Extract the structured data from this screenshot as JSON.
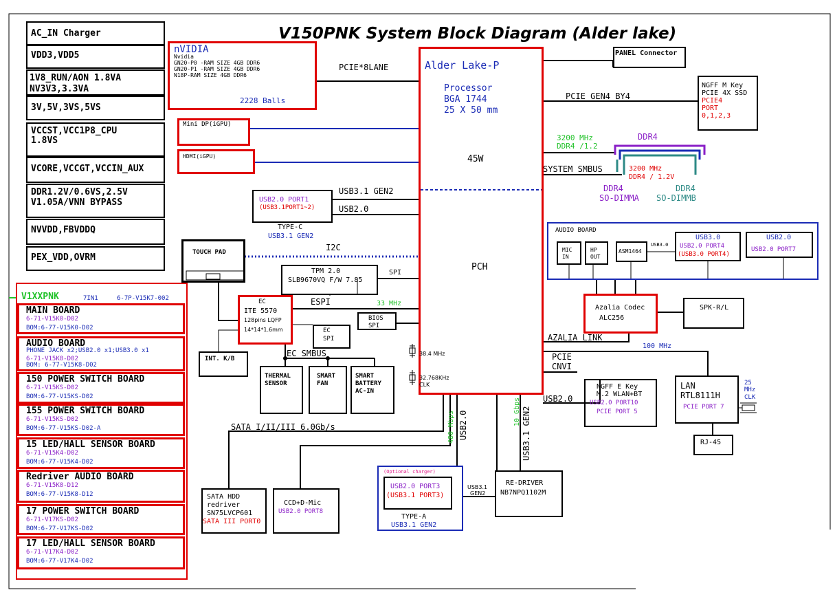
{
  "title": "V150PNK System Block Diagram (Alder lake)",
  "power_rails": [
    "AC_IN  Charger",
    "VDD3,VDD5",
    "1V8_RUN/AON  1.8VA",
    "NV3V3,3.3VA",
    "3V,5V,3VS,5VS",
    "VCCST,VCC1P8_CPU",
    "1.8VS",
    "VCORE,VCCGT,VCCIN_AUX",
    "DDR1.2V/0.6VS,2.5V",
    "V1.05A/VNN  BYPASS",
    "NVVDD,FBVDDQ",
    "PEX_VDD,OVRM"
  ],
  "nvidia": {
    "title": "nVIDIA",
    "l1": "Nvidia",
    "l2": "GN20-P0 -RAM SIZE 4GB DDR6",
    "l3": "GN20-P1 -RAM SIZE 4GB DDR6",
    "l4": "N18P-RAM SIZE 4GB DDR6",
    "balls": "2228  Balls"
  },
  "mini_dp": "Mini DP(iGPU)",
  "hdmi": "HDMI(iGPU)",
  "pcie8": "PCIE*8LANE",
  "cpu": {
    "title": "Alder Lake-P",
    "processor": "Processor",
    "bga": "BGA 1744",
    "size": "25 X 50 mm",
    "power": "45W",
    "pch": "PCH"
  },
  "panel": "PANEL Connector",
  "ngff_m": {
    "l1": "NGFF M Key",
    "l2": "PCIE 4X SSD",
    "l3": "PCIE4",
    "l4": "PORT",
    "l5": "0,1,2,3"
  },
  "pcie_gen4": "PCIE GEN4 BY4",
  "ddr4": {
    "freq_green": "3200 MHz",
    "volt_green": "DDR4 /1.2",
    "label_top": "DDR4",
    "freq_red": "3200 MHz",
    "volt_red": "DDR4 / 1.2V",
    "system_smbus": "SYSTEM SMBUS",
    "sodimm_a1": "DDR4",
    "sodimm_a2": "SO-DIMMA",
    "sodimm_b1": "DDR4",
    "sodimm_b2": "SO-DIMMB"
  },
  "usb_typec": {
    "port": "USB2.0 PORT1",
    "sub": "(USB3.1PORT1~2)",
    "label": "TYPE-C",
    "gen": "USB3.1 GEN2",
    "bus1": "USB3.1 GEN2",
    "bus2": "USB2.0"
  },
  "touchpad": "TOUCH PAD",
  "i2c": "I2C",
  "tpm": {
    "l1": "TPM 2.0",
    "l2": "SLB9670VQ F/W 7.85",
    "spi": "SPI"
  },
  "ec": {
    "l1": "EC",
    "l2": "ITE 5570",
    "l3": "128pins LQFP",
    "l4": "14*14*1.6mm",
    "espi": "ESPI",
    "mhz": "33 MHz",
    "ecspi1": "EC",
    "ecspi2": "SPI",
    "bios1": "BIOS",
    "bios2": "SPI",
    "smbus": "EC SMBUS",
    "kb": "INT. K/B"
  },
  "thermal": {
    "l1": "THERMAL",
    "l2": "SENSOR"
  },
  "fan": {
    "l1": "SMART",
    "l2": "FAN"
  },
  "battery": {
    "l1": "SMART",
    "l2": "BATTERY",
    "l3": "AC-IN"
  },
  "xtal1": "38.4 MHz",
  "xtal2": "32.768KHz",
  "xtal2b": "CLK",
  "audio_board": {
    "title": "AUDIO BOARD",
    "mic1": "MIC",
    "mic2": "IN",
    "hp1": "HP",
    "hp2": "OUT",
    "asm": "ASM1464",
    "usb30": "USB3.0",
    "p4_t": "USB3.0",
    "p4_a": "USB2.0 PORT4",
    "p4_b": "(USB3.0 PORT4)",
    "p7_t": "USB2.0",
    "p7_a": "USB2.0 PORT7"
  },
  "codec": {
    "l1": "Azalia Codec",
    "l2": "ALC256",
    "spk": "SPK-R/L",
    "link": "AZALIA LINK"
  },
  "lan": {
    "mhz": "100 MHz",
    "pcie": "PCIE",
    "cnvi": "CNVI",
    "l1": "LAN",
    "l2": "RTL8111H",
    "port": "PCIE PORT 7",
    "xtal1": "25",
    "xtal2": "MHz",
    "xtal3": "CLK",
    "rj45": "RJ-45"
  },
  "ngff_e": {
    "l1": "NGFF E Key",
    "l2": "M.2 WLAN+BT",
    "l3": "USB2.0 PORT10",
    "l4": "PCIE PORT 5",
    "usb": "USB2.0"
  },
  "sata": {
    "bus": "SATA I/II/III 6.0Gb/s",
    "l1": "SATA HDD",
    "l2": "redriver",
    "l3": "SN75LVCP601",
    "l4": "SATA III PORT0"
  },
  "ccd": {
    "l1": "CCD+D-Mic",
    "l2": "USB2.0 PORT8"
  },
  "vbus": {
    "mbps": "480 Mbps",
    "usb20": "USB2.0",
    "gbps": "10 Gbps",
    "gen2": "USB3.1 GEN2"
  },
  "typea": {
    "opt": "(Optional charger)",
    "l1": "USB2.0 PORT3",
    "l2": "(USB3.1 PORT3)",
    "label": "TYPE-A",
    "gen": "USB3.1 GEN2",
    "bus1": "USB3.1",
    "bus2": "GEN2"
  },
  "redriver": {
    "l1": "RE-DRIVER",
    "l2": "NB7NPQ1102M"
  },
  "boards": {
    "title": "V1XXPNK",
    "sub": "7IN1",
    "pn": "6-7P-V15K7-002",
    "items": [
      {
        "name": "MAIN BOARD",
        "pn": "6-71-V15K0-D02",
        "bom": "BOM:6-77-V15K0-D02",
        "extra": ""
      },
      {
        "name": "AUDIO BOARD",
        "pn": "6-71-V15K8-D02",
        "bom": "BOM: 6-77-V15K8-D02",
        "extra": "PHONE JACK x2;USB2.0 x1;USB3.0 x1"
      },
      {
        "name": "150 POWER SWITCH BOARD",
        "pn": "6-71-V15KS-D02",
        "bom": "BOM:6-77-V15KS-D02",
        "extra": ""
      },
      {
        "name": "155 POWER SWITCH BOARD",
        "pn": "6-71-V15KS-D02",
        "bom": "BOM:6-77-V15KS-D02-A",
        "extra": ""
      },
      {
        "name": "15 LED/HALL SENSOR BOARD",
        "pn": "6-71-V15K4-D02",
        "bom": "BOM:6-77-V15K4-D02",
        "extra": ""
      },
      {
        "name": "Redriver AUDIO BOARD",
        "pn": "6-71-V15K8-D12",
        "bom": "BOM:6-77-V15K8-D12",
        "extra": ""
      },
      {
        "name": "17 POWER SWITCH BOARD",
        "pn": "6-71-V17KS-D02",
        "bom": "BOM:6-77-V17KS-D02",
        "extra": ""
      },
      {
        "name": "17 LED/HALL SENSOR BOARD",
        "pn": "6-71-V17K4-D02",
        "bom": "BOM:6-77-V17K4-D02",
        "extra": ""
      }
    ]
  },
  "colors": {
    "red": "#e00000",
    "blue": "#1a2bb5",
    "purple": "#8a1fc7",
    "green": "#22c22a",
    "teal": "#2d8a86"
  }
}
